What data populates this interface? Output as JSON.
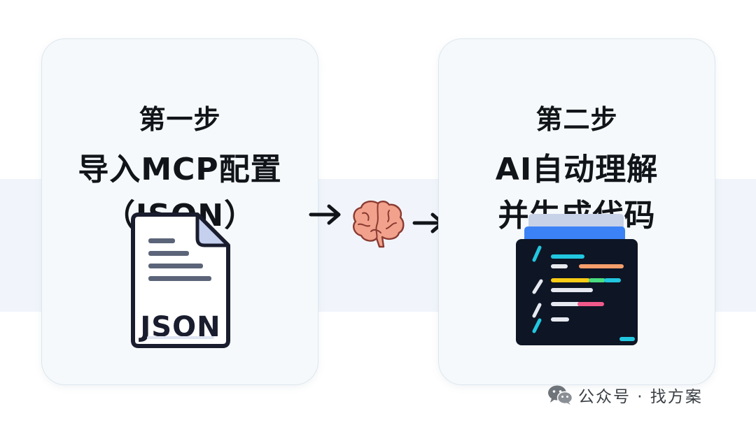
{
  "steps": [
    {
      "label": "第一步",
      "title_lines": [
        "导入MCP配置",
        "（JSON）"
      ],
      "icon": "json-file-icon",
      "icon_text": "JSON"
    },
    {
      "label": "第二步",
      "title_lines": [
        "AI自动理解",
        "并生成代码"
      ],
      "icon": "code-editor-icon"
    }
  ],
  "connector": {
    "icons": [
      "arrow-right-icon",
      "brain-icon",
      "arrow-right-icon"
    ]
  },
  "watermark": {
    "text": "公众号 · 找方案",
    "icon": "wechat-icon"
  },
  "colors": {
    "card_bg": "#f5f9fb",
    "band_bg": "#f1f5fb",
    "text": "#111418",
    "file_outline": "#1a1d2e",
    "file_fold": "#c5d0ef",
    "editor_bg": "#0e1525",
    "editor_tab_front": "#3b82f6",
    "editor_tab_back": "#c7d2e8",
    "code_cyan": "#22c7e0",
    "code_orange": "#f59e6b",
    "code_yellow": "#facc15",
    "code_green": "#4ade80",
    "code_pink": "#f05a8a",
    "code_white": "#e6eaf0",
    "brain": "#f2a28c"
  }
}
